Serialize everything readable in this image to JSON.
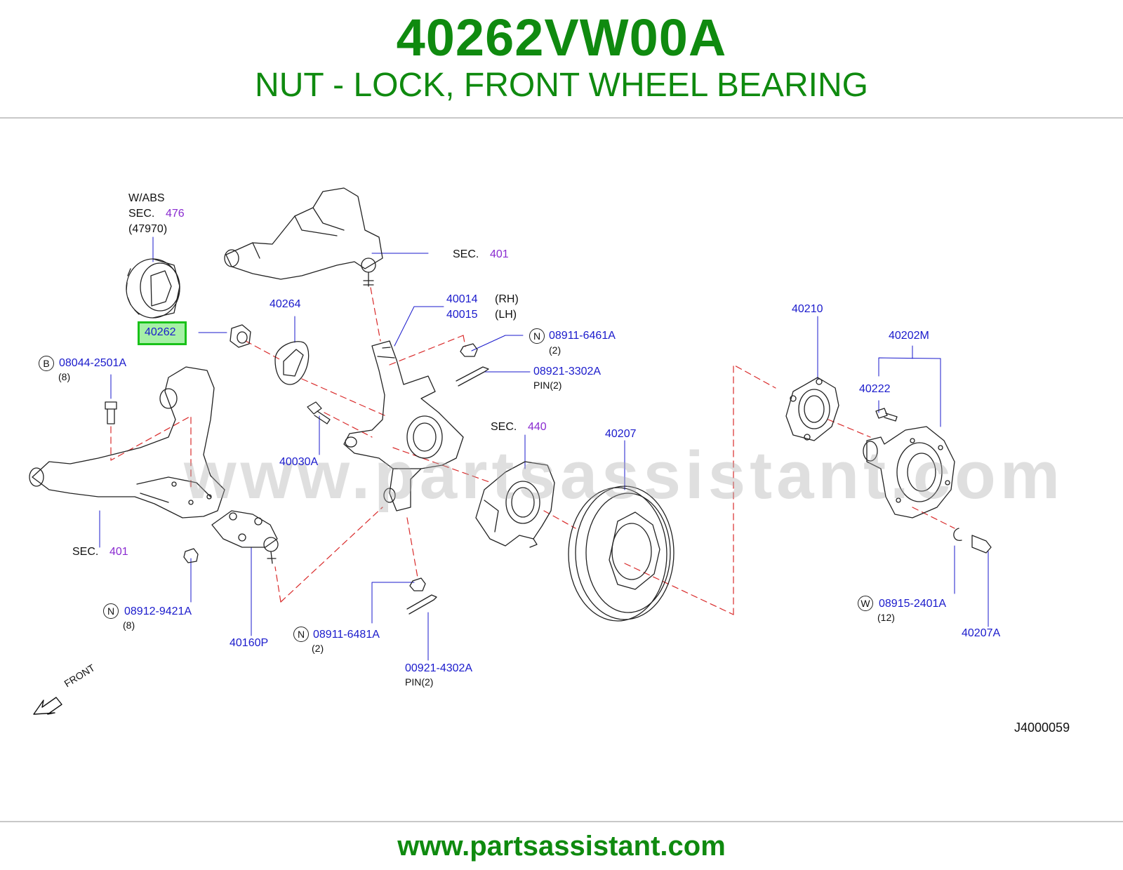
{
  "header": {
    "part_number": "40262VW00A",
    "part_description": "NUT - LOCK, FRONT WHEEL BEARING"
  },
  "footer": {
    "url": "www.partsassistant.com"
  },
  "watermark": "www.partsassistant.com",
  "diagram_code": "J4000059",
  "front_label": "FRONT",
  "colors": {
    "brand_green": "#0f8a0f",
    "part_ref_blue": "#1a1acc",
    "section_purple": "#8a2bd0",
    "highlight_green": "#19c219"
  },
  "callouts": {
    "wabs": "W/ABS",
    "sec_476_prefix": "SEC.",
    "sec_476_num": "476",
    "p47970": "(47970)",
    "sec_401_top_prefix": "SEC.",
    "sec_401_top_num": "401",
    "p40264": "40264",
    "p40262": "40262",
    "p40014": "40014",
    "rh": "(RH)",
    "p40015": "40015",
    "lh": "(LH)",
    "b_letter": "B",
    "p08044": "08044-2501A",
    "p08044_qty": "(8)",
    "n1_letter": "N",
    "p08911_6461": "08911-6461A",
    "p08911_6461_qty": "(2)",
    "p08921": "08921-3302A",
    "pin_2a": "PIN(2)",
    "p40030a": "40030A",
    "sec_440_prefix": "SEC.",
    "sec_440_num": "440",
    "p40207": "40207",
    "p40210": "40210",
    "p40202m": "40202M",
    "p40222": "40222",
    "sec_401_bot_prefix": "SEC.",
    "sec_401_bot_num": "401",
    "n2_letter": "N",
    "p08912": "08912-9421A",
    "p08912_qty": "(8)",
    "p40160p": "40160P",
    "n3_letter": "N",
    "p08911_6481": "08911-6481A",
    "p08911_6481_qty": "(2)",
    "p00921": "00921-4302A",
    "pin_2b": "PIN(2)",
    "w_letter": "W",
    "p08915": "08915-2401A",
    "p08915_qty": "(12)",
    "p40207a": "40207A"
  }
}
